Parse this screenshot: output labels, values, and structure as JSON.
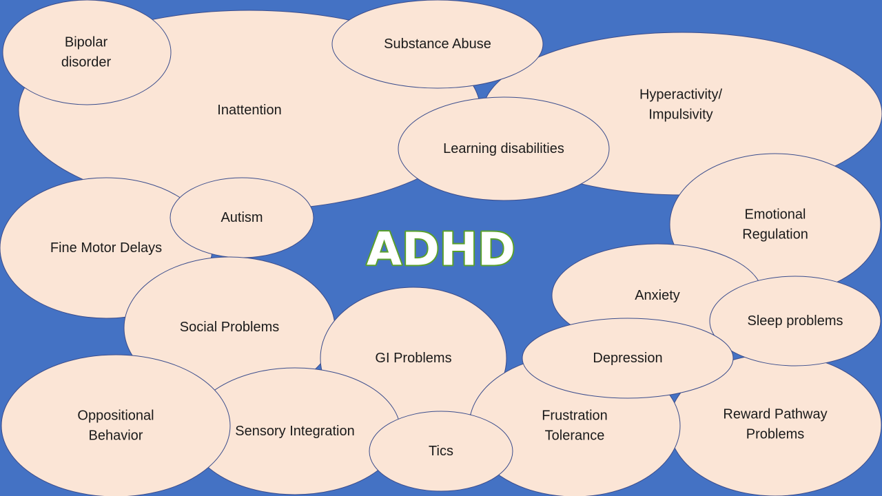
{
  "title": "ADHD",
  "colors": {
    "background": "#4472c4",
    "bubble_fill": "#fbe5d6",
    "bubble_border": "#3a4c8c",
    "title_fill": "#ffffff",
    "title_outline": "#5aa02c"
  },
  "bubbles": [
    {
      "id": "inattention",
      "lines": [
        "Inattention"
      ]
    },
    {
      "id": "hyperactivity",
      "lines": [
        "Hyperactivity/",
        "Impulsivity"
      ]
    },
    {
      "id": "bipolar",
      "lines": [
        "Bipolar",
        "disorder"
      ]
    },
    {
      "id": "substance",
      "lines": [
        "Substance Abuse"
      ]
    },
    {
      "id": "learning",
      "lines": [
        "Learning disabilities"
      ]
    },
    {
      "id": "fine-motor",
      "lines": [
        "Fine Motor Delays"
      ]
    },
    {
      "id": "autism",
      "lines": [
        "Autism"
      ]
    },
    {
      "id": "emotional",
      "lines": [
        "Emotional",
        "Regulation"
      ]
    },
    {
      "id": "social",
      "lines": [
        "Social Problems"
      ]
    },
    {
      "id": "reward",
      "lines": [
        "Reward Pathway",
        "Problems"
      ]
    },
    {
      "id": "anxiety",
      "lines": [
        "Anxiety"
      ]
    },
    {
      "id": "gi",
      "lines": [
        "GI Problems"
      ]
    },
    {
      "id": "sensory",
      "lines": [
        "Sensory Integration"
      ]
    },
    {
      "id": "oppositional",
      "lines": [
        "Oppositional",
        "Behavior"
      ]
    },
    {
      "id": "frustration",
      "lines": [
        "Frustration",
        "Tolerance"
      ]
    },
    {
      "id": "sleep",
      "lines": [
        "Sleep problems"
      ]
    },
    {
      "id": "depression",
      "lines": [
        "Depression"
      ]
    },
    {
      "id": "tics",
      "lines": [
        "Tics"
      ]
    }
  ]
}
